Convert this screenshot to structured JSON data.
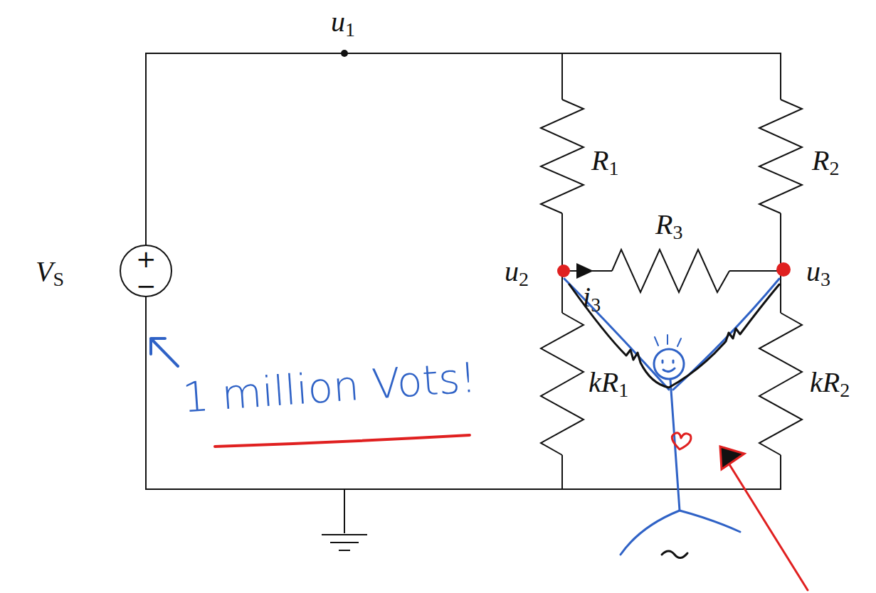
{
  "diagram": {
    "labels": [
      "u1",
      "R1",
      "R2",
      "R3",
      "VS",
      "+",
      "−",
      "u2",
      "u3",
      "i3",
      "kR1",
      "kR2",
      "1 million Vots!"
    ]
  }
}
